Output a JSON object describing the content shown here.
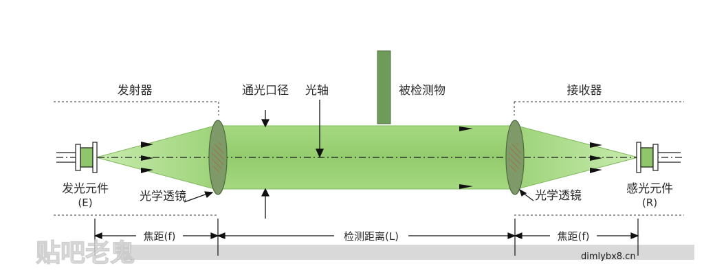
{
  "labels": {
    "emitter": "发射器",
    "aperture": "通光口径",
    "optical_axis": "光轴",
    "detected_object": "被检测物",
    "receiver": "接收器",
    "emitting_element": "发光元件",
    "emitting_element_code": "(E)",
    "lens_left": "光学透镜",
    "lens_right": "光学透镜",
    "sensing_element": "感光元件",
    "sensing_element_code": "(R)",
    "focal_left": "焦距(f)",
    "detection_distance": "检测距离(L)",
    "focal_right": "焦距(f)"
  },
  "watermark": {
    "left_text": "贴吧老鬼",
    "right_text": "dimlybx8.cn"
  },
  "colors": {
    "beam_fill": "#9ed37a",
    "beam_light": "#b9e29a",
    "beam_edge": "#6faa4f",
    "lens_fill": "#7d9a68",
    "lens_hatch": "#b45a34",
    "object_fill": "#6e9a5a",
    "ink": "#1a1a1a"
  }
}
